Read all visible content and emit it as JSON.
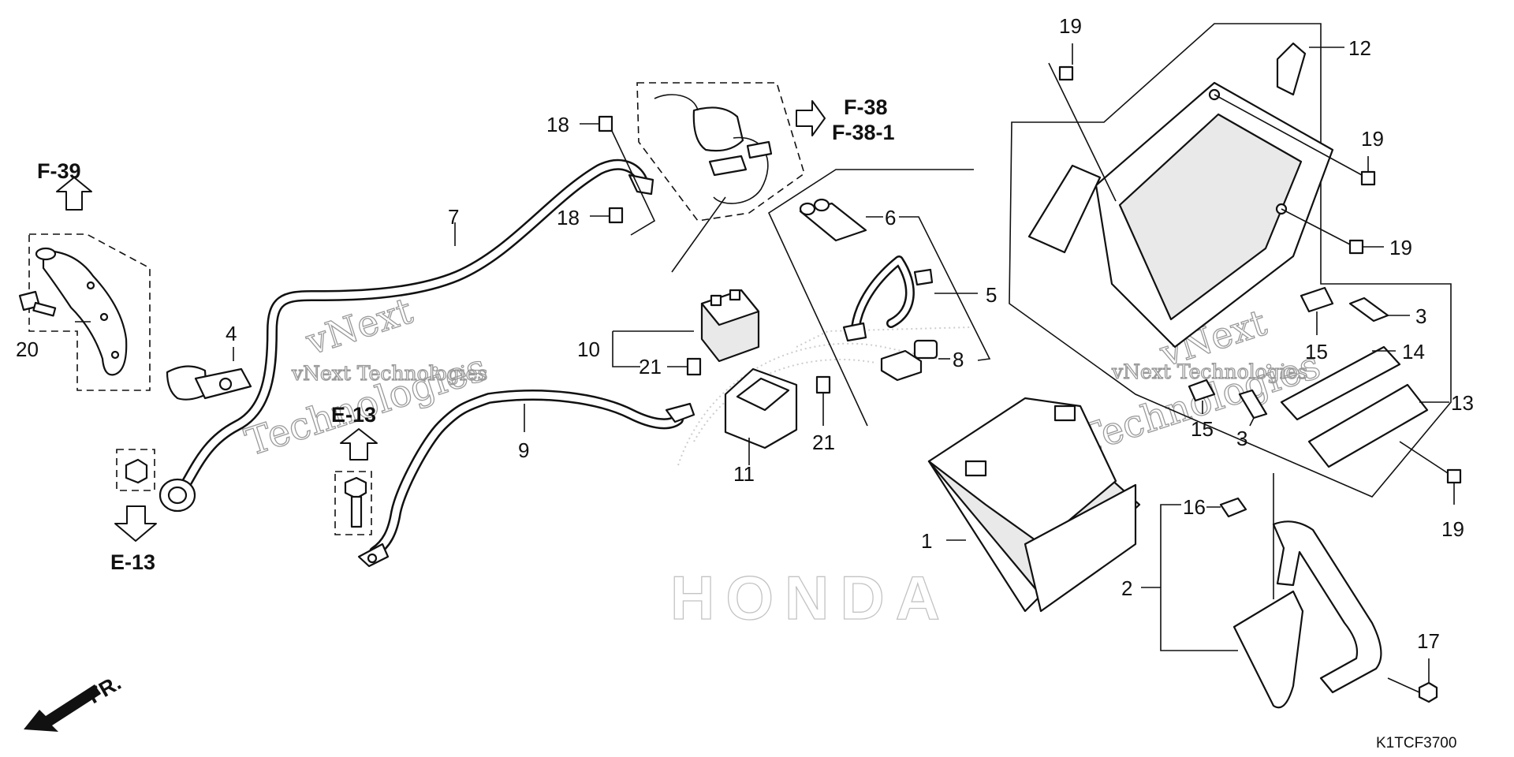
{
  "diagram": {
    "callouts": {
      "c1": "1",
      "c2": "2",
      "c3a": "3",
      "c3b": "3",
      "c4": "4",
      "c5": "5",
      "c6": "6",
      "c7": "7",
      "c8": "8",
      "c9": "9",
      "c10": "10",
      "c11": "11",
      "c12": "12",
      "c13": "13",
      "c14": "14",
      "c15a": "15",
      "c15b": "15",
      "c16": "16",
      "c17": "17",
      "c18a": "18",
      "c18b": "18",
      "c19a": "19",
      "c19b": "19",
      "c19c": "19",
      "c19d": "19",
      "c20": "20",
      "c21a": "21",
      "c21b": "21"
    },
    "references": {
      "f39": "F-39",
      "e13_bottom": "E-13",
      "e13_mid": "E-13",
      "f38": "F-38",
      "f38_1": "F-38-1"
    },
    "front_indicator": "FR.",
    "diagram_code": "K1TCF3700",
    "watermark": {
      "line1": "vNext",
      "line2": "vNext Technologies",
      "line3": "Technologies",
      "brand": "HONDA"
    }
  }
}
